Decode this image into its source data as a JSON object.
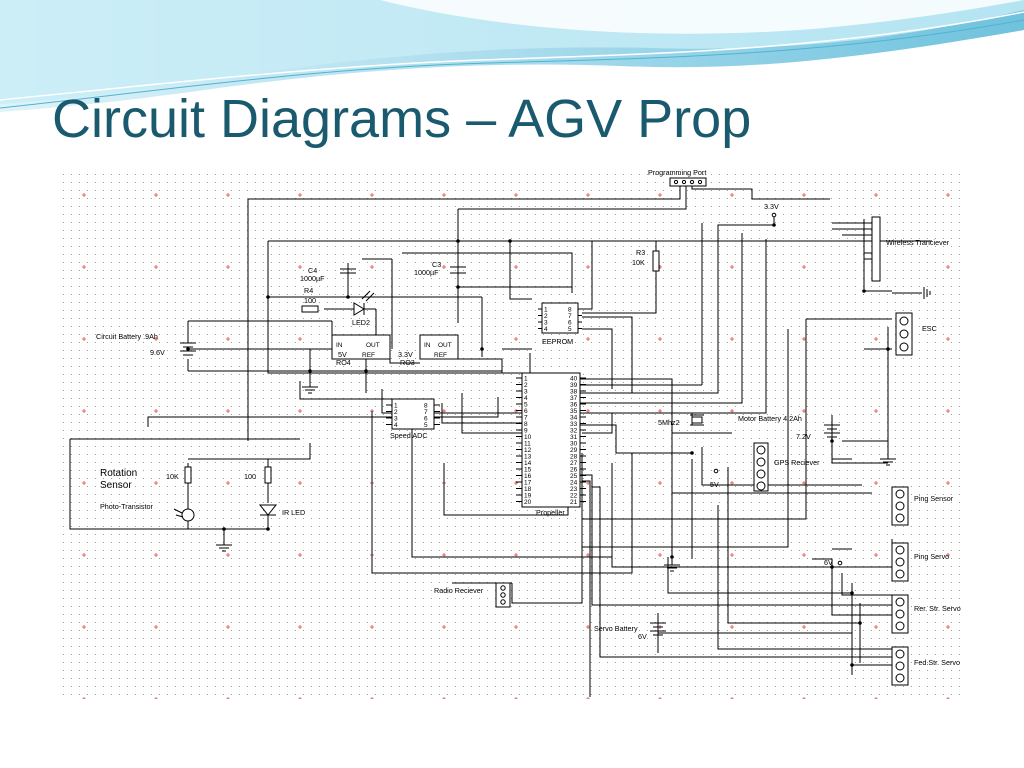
{
  "slide": {
    "title": "Circuit Diagrams – AGV Prop",
    "colors": {
      "title": "#1a5a6e",
      "wave_light": "#bfe6f2",
      "wave_mid": "#79c8e0",
      "grid_dot": "#9a9a9a",
      "grid_cross": "#e04040"
    }
  },
  "schematic": {
    "labels": {
      "programming_port": "Programming Port",
      "v33_top": "3.3V",
      "wireless": "Wireless Tranciever",
      "esc": "ESC",
      "r3": "R3",
      "r3_val": "10K",
      "c3": "C3",
      "c3_val": "1000µF",
      "c4": "C4",
      "c4_val": "1000µF",
      "r4": "R4",
      "r4_val": "100",
      "led2": "LED2",
      "eeprom": "EEPROM",
      "circuit_battery": "Circuit Battery .9Ah",
      "circuit_battery_v": "9.6V",
      "reg_in": "IN",
      "reg_out": "OUT",
      "reg_ref": "REF",
      "ro4_v": "5V",
      "ro4": "RO4",
      "ro3_v": "3.3V",
      "ro3": "RO3",
      "speed_adc": "Speed  ADC",
      "crystal": "5Mhz2",
      "motor_battery": "Motor Battery 4.2Ah",
      "motor_battery_v": "7.2V",
      "rotation_sensor_1": "Rotation",
      "rotation_sensor_2": "Sensor",
      "r_10k": "10K",
      "r_100": "100",
      "photo_transistor": "Photo-Transistor",
      "ir_led": "IR LED",
      "gps": "GPS Reciever",
      "v5": "5V",
      "propeller": "Propeller",
      "ping_sensor": "Ping Sensor",
      "ping_servo": "Ping Servo",
      "v6": "6V",
      "radio_receiver": "Radio Reciever",
      "rer_servo": "Rer. Str. Servo",
      "servo_battery": "Servo Battery",
      "servo_battery_v": "6V",
      "fed_servo": "Fed.Str. Servo"
    },
    "propeller_left_pins": [
      "1",
      "2",
      "3",
      "4",
      "5",
      "6",
      "7",
      "8",
      "9",
      "10",
      "11",
      "12",
      "13",
      "14",
      "15",
      "16",
      "17",
      "18",
      "19",
      "20"
    ],
    "propeller_right_pins": [
      "40",
      "39",
      "38",
      "37",
      "36",
      "35",
      "34",
      "33",
      "32",
      "31",
      "30",
      "29",
      "28",
      "27",
      "26",
      "25",
      "24",
      "23",
      "22",
      "21"
    ],
    "eeprom_left_pins": [
      "1",
      "2",
      "3",
      "4"
    ],
    "eeprom_right_pins": [
      "8",
      "7",
      "6",
      "5"
    ],
    "adc_left_pins": [
      "1",
      "2",
      "3",
      "4"
    ],
    "adc_right_pins": [
      "8",
      "7",
      "6",
      "5"
    ]
  }
}
